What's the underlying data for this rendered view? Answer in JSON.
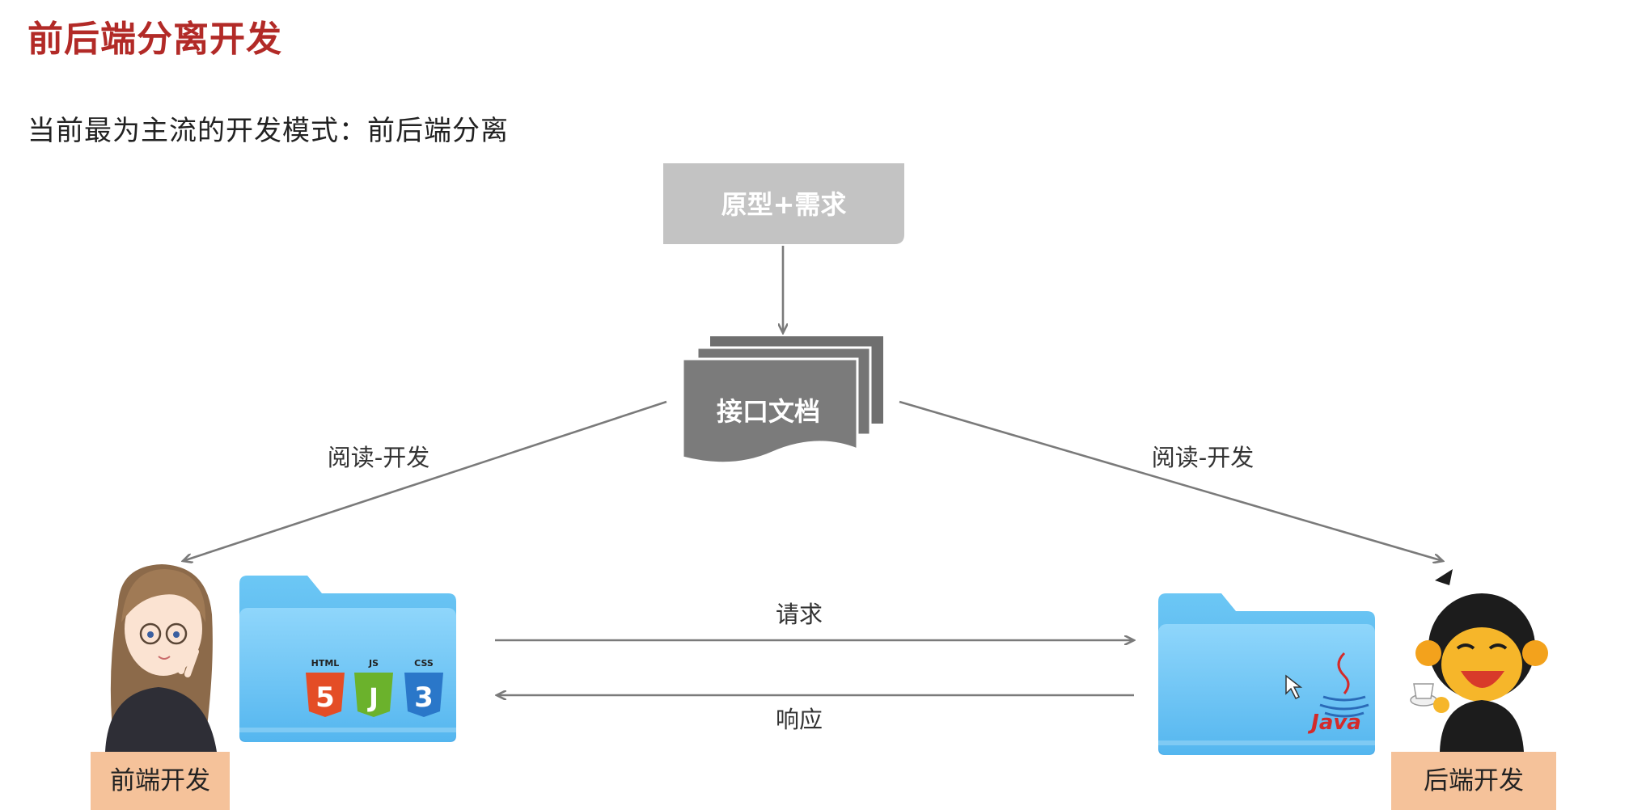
{
  "title": "前后端分离开发",
  "subtitle": "当前最为主流的开发模式：前后端分离",
  "nodes": {
    "prototype": "原型+需求",
    "api_doc": "接口文档",
    "frontend": "前端开发",
    "backend": "后端开发"
  },
  "edges": {
    "read_dev_left": "阅读-开发",
    "read_dev_right": "阅读-开发",
    "request": "请求",
    "response": "响应"
  },
  "icons": {
    "html5_label": "HTML",
    "html5_glyph": "5",
    "js_label": "JS",
    "js_glyph": "J",
    "css_label": "CSS",
    "css_glyph": "3",
    "java_label": "Java"
  },
  "colors": {
    "title": "#b22a27",
    "prototype_box": "#c3c3c3",
    "doc_box": "#7b7b7b",
    "role_label": "#f5c29a",
    "folder": "#5ab8ee",
    "arrow": "#7a7a7a",
    "html5": "#e44d26",
    "js": "#6bb22c",
    "css": "#2a77c9",
    "java": "#d42a2a"
  }
}
